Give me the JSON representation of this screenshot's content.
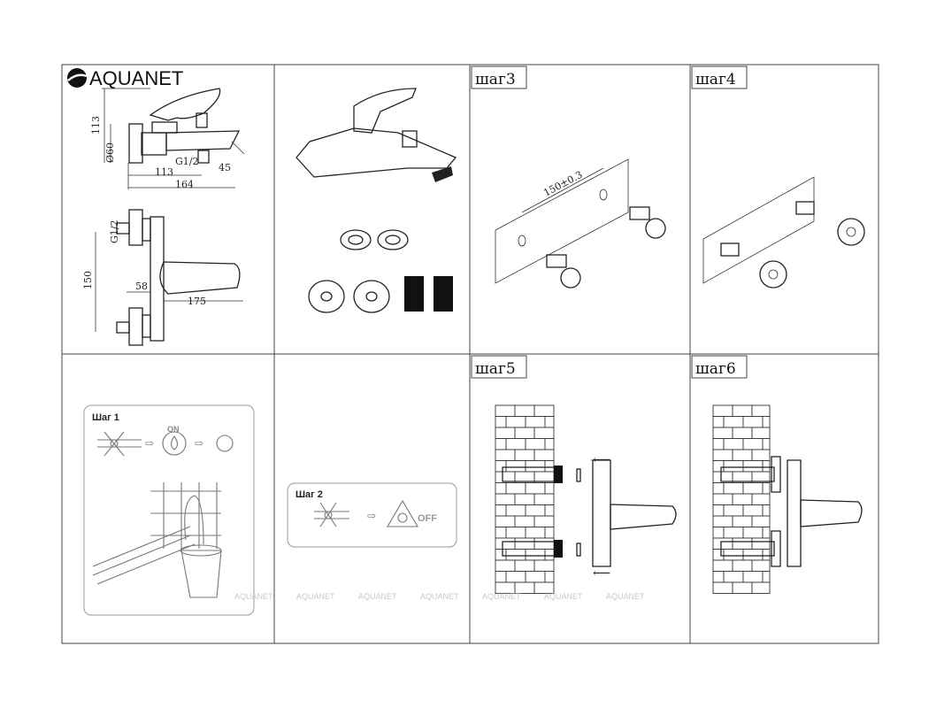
{
  "brand": {
    "name": "AQUANET"
  },
  "drawing_dims": {
    "top_view": {
      "height": "113",
      "diameter": "Ø60",
      "thread": "G1/2",
      "spout_offset": "113",
      "total_length": "164",
      "angle": "45"
    },
    "front_view": {
      "thread": "G1/2",
      "center_distance": "150",
      "handle_offset": "58",
      "depth": "175"
    }
  },
  "steps": {
    "step3": {
      "label": "шаг3",
      "dimension": "150±0.3"
    },
    "step4": {
      "label": "шаг4"
    },
    "step5": {
      "label": "шаг5"
    },
    "step6": {
      "label": "шаг6"
    }
  },
  "flush": {
    "step1": {
      "title": "Шаг 1",
      "on_label": "ON"
    },
    "step2": {
      "title": "Шаг 2",
      "off_label": "OFF"
    }
  },
  "watermarks": [
    "AQUANET",
    "AQUANET",
    "AQUANET",
    "AQUANET",
    "AQUANET",
    "AQUANET",
    "AQUANET"
  ]
}
